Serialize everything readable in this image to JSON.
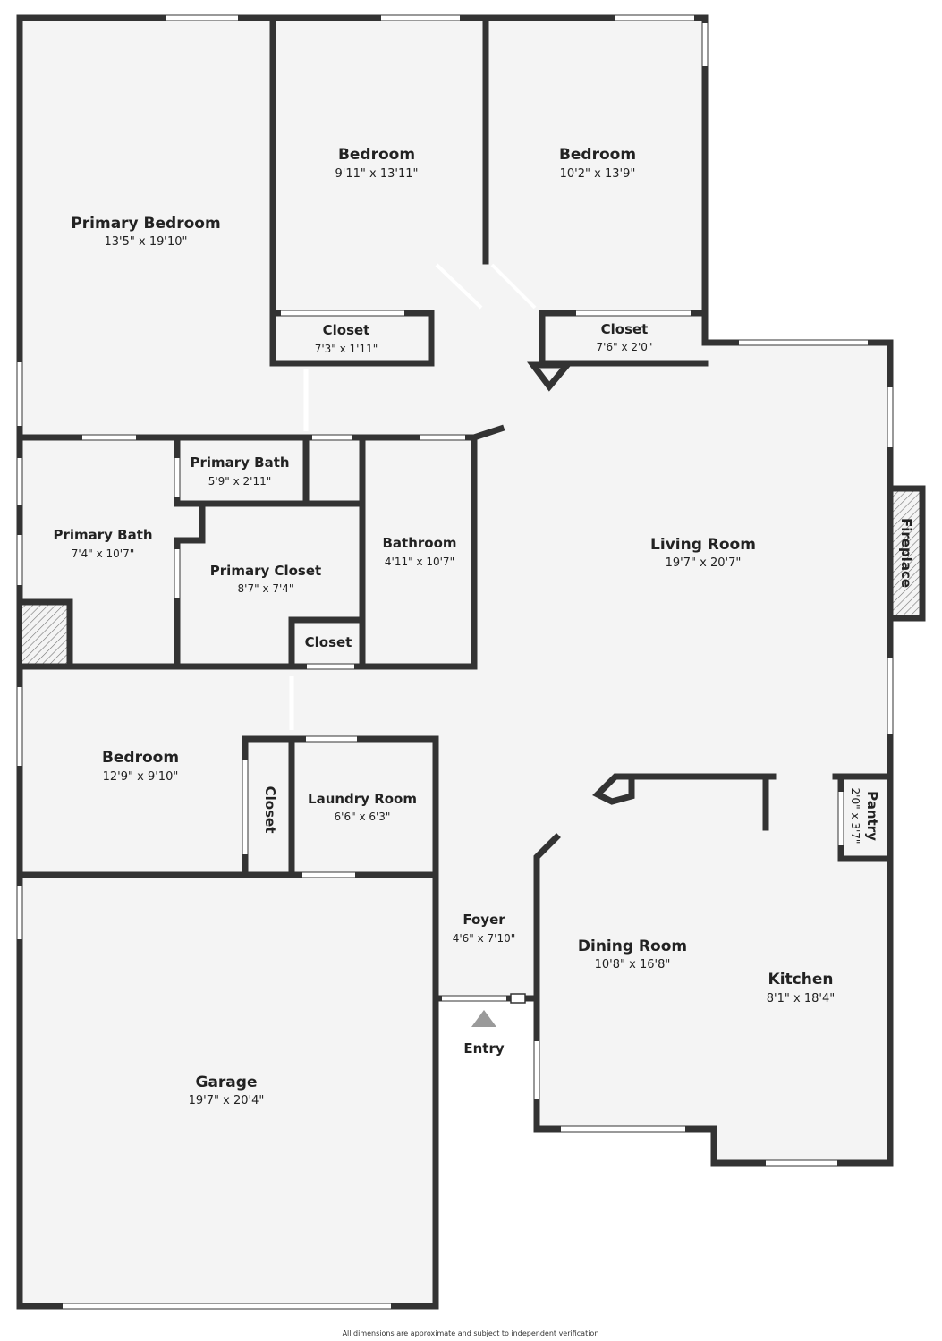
{
  "rooms": {
    "primary_bedroom": {
      "name": "Primary Bedroom",
      "dims": "13'5\" x 19'10\""
    },
    "bedroom_1": {
      "name": "Bedroom",
      "dims": "9'11\" x 13'11\""
    },
    "bedroom_2": {
      "name": "Bedroom",
      "dims": "10'2\" x 13'9\""
    },
    "closet_1": {
      "name": "Closet",
      "dims": "7'3\" x 1'11\""
    },
    "closet_2": {
      "name": "Closet",
      "dims": "7'6\" x 2'0\""
    },
    "primary_bath_small": {
      "name": "Primary Bath",
      "dims": "5'9\" x 2'11\""
    },
    "primary_bath": {
      "name": "Primary Bath",
      "dims": "7'4\" x 10'7\""
    },
    "primary_closet": {
      "name": "Primary Closet",
      "dims": "8'7\" x 7'4\""
    },
    "bathroom": {
      "name": "Bathroom",
      "dims": "4'11\" x 10'7\""
    },
    "living_room": {
      "name": "Living Room",
      "dims": "19'7\" x 20'7\""
    },
    "fireplace": {
      "name": "Fireplace"
    },
    "closet_3": {
      "name": "Closet"
    },
    "bedroom_3": {
      "name": "Bedroom",
      "dims": "12'9\" x 9'10\""
    },
    "closet_4": {
      "name": "Closet"
    },
    "laundry_room": {
      "name": "Laundry Room",
      "dims": "6'6\" x 6'3\""
    },
    "pantry": {
      "name": "Pantry",
      "dims": "2'0\" x 3'7\""
    },
    "foyer": {
      "name": "Foyer",
      "dims": "4'6\" x 7'10\""
    },
    "dining_room": {
      "name": "Dining Room",
      "dims": "10'8\" x 16'8\""
    },
    "kitchen": {
      "name": "Kitchen",
      "dims": "8'1\" x 18'4\""
    },
    "entry": {
      "name": "Entry"
    },
    "garage": {
      "name": "Garage",
      "dims": "19'7\" x 20'4\""
    }
  },
  "footer": "All dimensions are approximate and subject to independent verification",
  "colors": {
    "wall": "#333333",
    "floor": "#f4f4f4",
    "entry_arrow": "#9a9a9a"
  }
}
